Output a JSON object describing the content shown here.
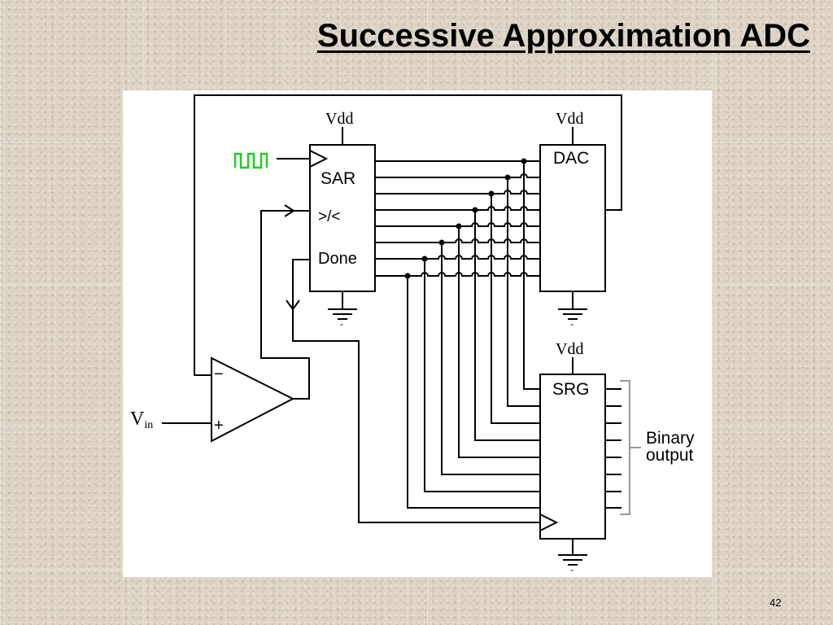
{
  "slide": {
    "title": "Successive Approximation ADC",
    "page_number": "42"
  },
  "diagram": {
    "blocks": {
      "sar": "SAR",
      "dac": "DAC",
      "srg": "SRG"
    },
    "sar_pins": {
      "compare": ">/<",
      "done": "Done"
    },
    "supply_label": "Vdd",
    "ground_minus": "-",
    "comparator": {
      "minus": "−",
      "plus": "+"
    },
    "input": {
      "v": "V",
      "sub": "in"
    },
    "output": {
      "line1": "Binary",
      "line2": "output"
    },
    "colors": {
      "clock": "#22cc22",
      "wire": "#000000",
      "bracket": "#999999"
    }
  }
}
